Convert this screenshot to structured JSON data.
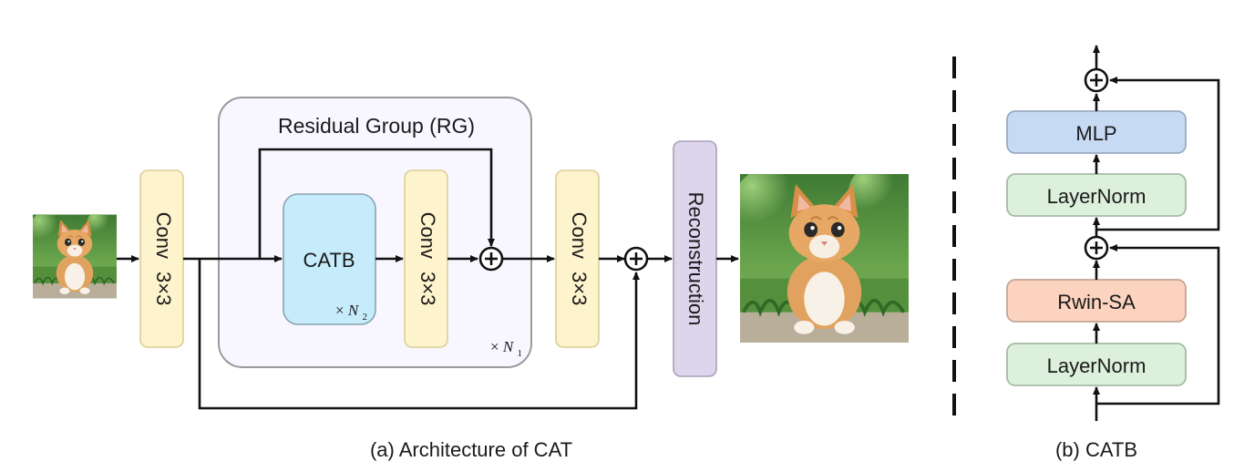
{
  "part_a": {
    "caption": "(a) Architecture of CAT",
    "conv_label": "Conv",
    "kernel_label": "3×3",
    "residual_group_title": "Residual Group (RG)",
    "catb_label": "CATB",
    "repeat_catb": {
      "prefix": "×",
      "symbol": "N",
      "subscript": "2"
    },
    "repeat_rg": {
      "prefix": "×",
      "symbol": "N",
      "subscript": "1"
    },
    "reconstruction_label": "Reconstruction"
  },
  "part_b": {
    "caption": "(b) CATB",
    "mlp_label": "MLP",
    "layernorm_label": "LayerNorm",
    "rwin_sa_label": "Rwin-SA"
  },
  "colors": {
    "conv_fill": "#fdf3cc",
    "conv_stroke": "#dccf95",
    "catb_fill": "#c6ecfb",
    "catb_stroke": "#8aa2b0",
    "rg_fill": "#f8f7ff",
    "rg_stroke": "#9a9a9a",
    "recon_fill": "#ddd5ec",
    "recon_stroke": "#a9a0b8",
    "mlp_fill": "#c7daf4",
    "mlp_stroke": "#9aabc2",
    "layernorm_fill": "#ddf0dc",
    "layernorm_stroke": "#a6baa5",
    "rwin_fill": "#fbd3be",
    "rwin_stroke": "#c4a595"
  }
}
